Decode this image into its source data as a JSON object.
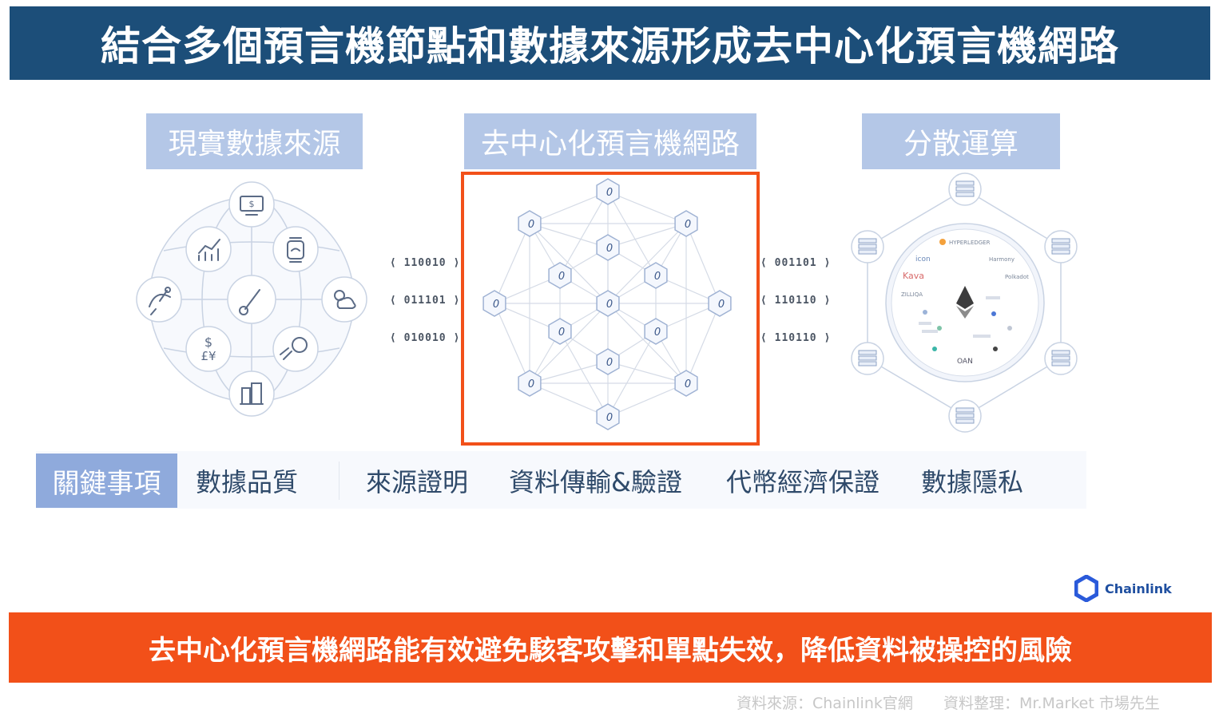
{
  "title": "結合多個預言機節點和數據來源形成去中心化預言機網路",
  "columns": [
    {
      "label": "現實數據來源"
    },
    {
      "label": "去中心化預言機網路"
    },
    {
      "label": "分散運算"
    }
  ],
  "bits_left": [
    "110010",
    "011101",
    "010010"
  ],
  "bits_right": [
    "001101",
    "110110",
    "110110"
  ],
  "highlight_color": "#f25019",
  "node_glyph": "0",
  "data_source_icons": [
    "monitor-dollar-icon",
    "chart-icon",
    "smartwatch-icon",
    "satellite-icon",
    "thermometer-icon",
    "weather-icon",
    "currency-icon",
    "sports-ball-icon",
    "buildings-icon"
  ],
  "key_items": {
    "label": "關鍵事項",
    "items": [
      "數據品質",
      "來源證明",
      "資料傳輸&驗證",
      "代幣經濟保證",
      "數據隱私"
    ]
  },
  "brand": "Chainlink",
  "conclusion": "去中心化預言機網路能有效避免駭客攻擊和單點失效，降低資料被操控的風險",
  "source": {
    "data_source": "資料來源：Chainlink官網",
    "compiled_by": "資料整理：Mr.Market 市場先生"
  },
  "ecosystem_logos": [
    "HYPERLEDGER",
    "icon",
    "Kava",
    "Polkadot",
    "Harmony",
    "ZILLIQA",
    "OAN"
  ]
}
